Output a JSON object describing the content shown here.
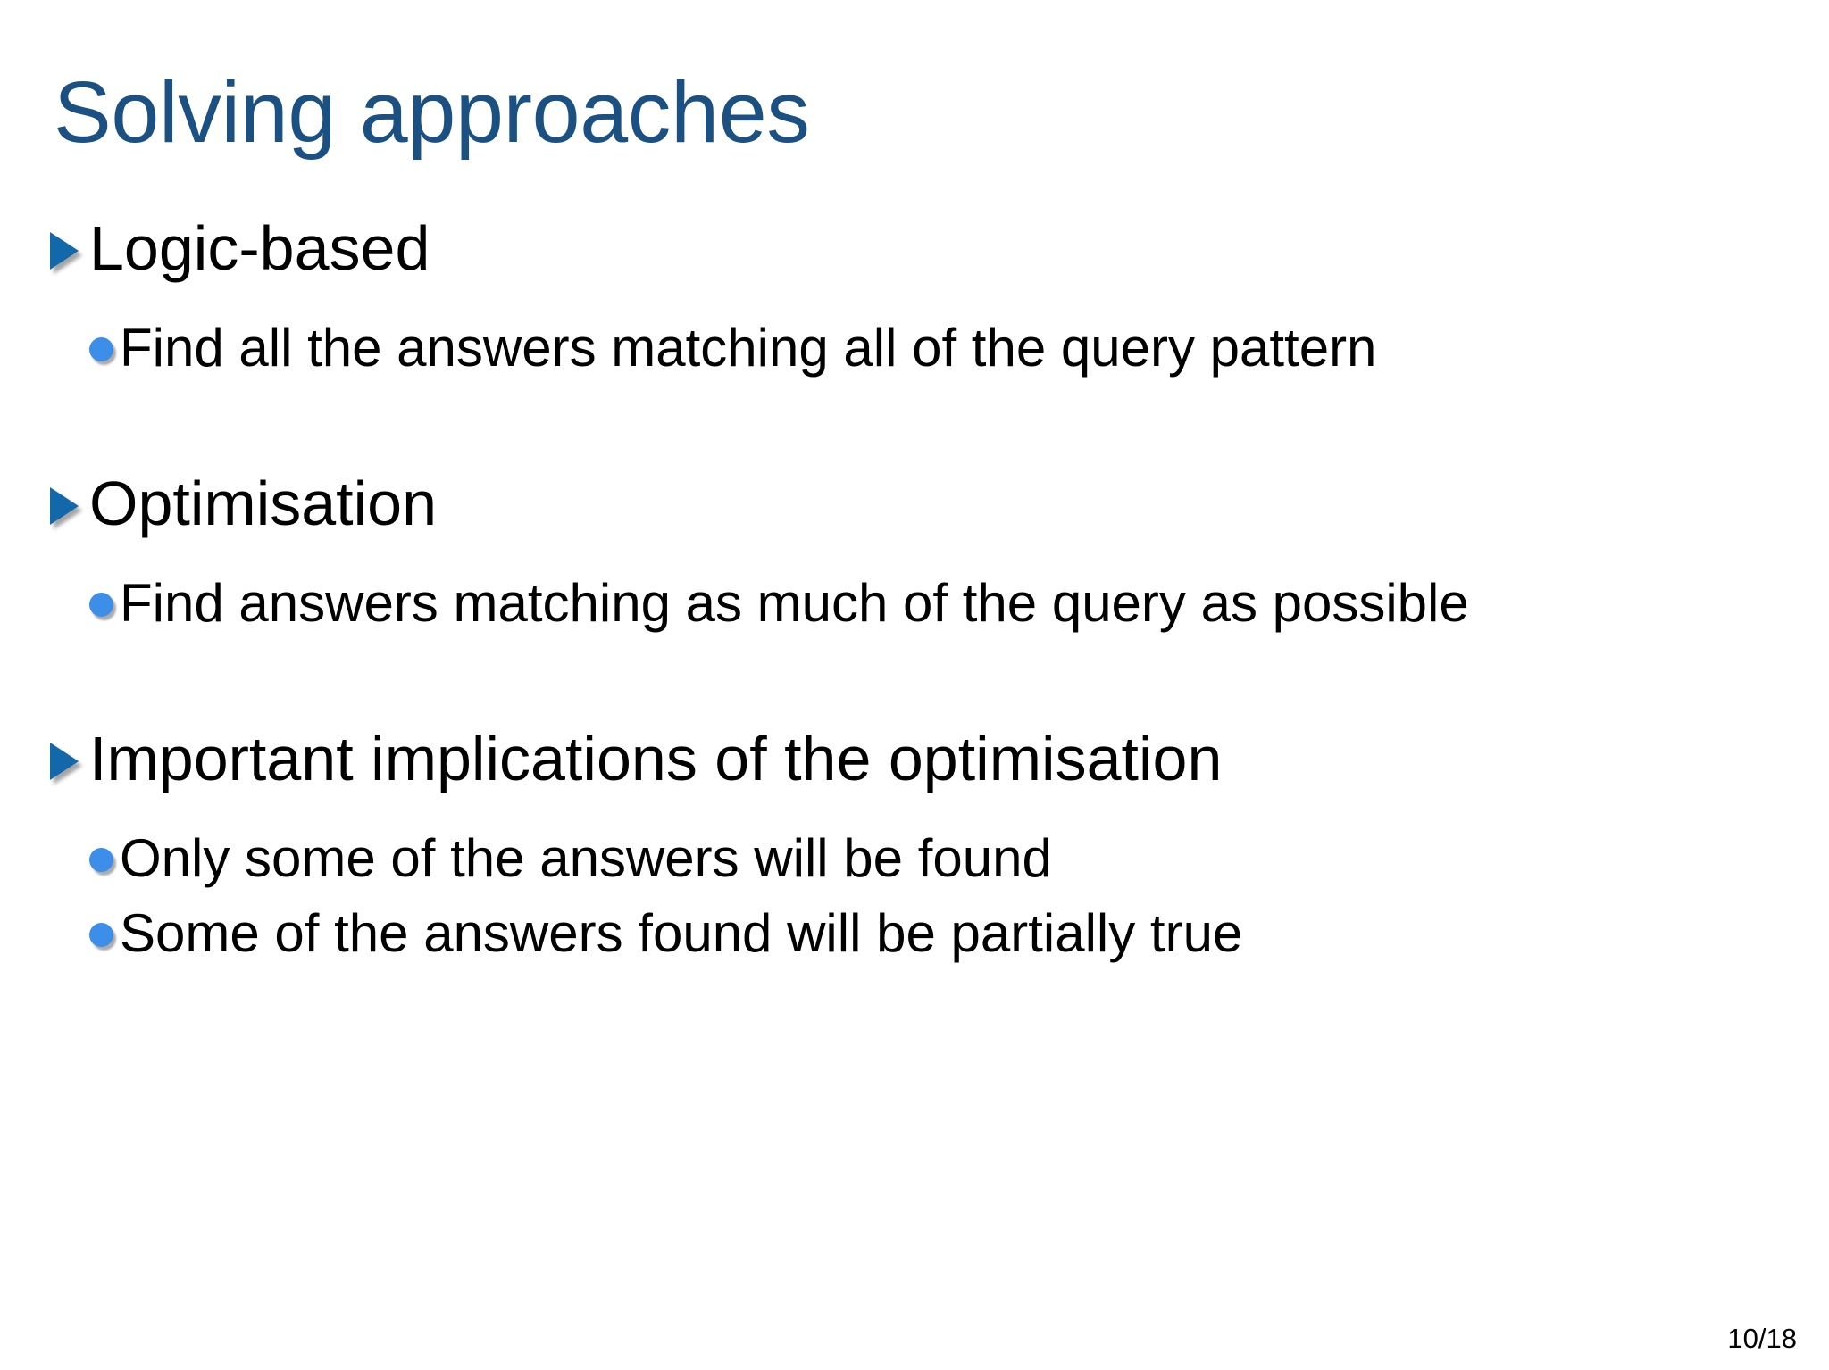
{
  "slide": {
    "title": "Solving approaches",
    "page_number": "10/18",
    "colors": {
      "title": "#1b5083",
      "level1_marker": "#1268a8",
      "level2_marker": "#3d8ee8",
      "body_text": "#000000",
      "background": "#ffffff"
    },
    "markers": {
      "level1_icon": "triangle-right-icon",
      "level2_icon": "filled-circle-icon"
    },
    "groups": [
      {
        "heading": "Logic-based",
        "sub_items": [
          "Find all the answers matching all of the query pattern"
        ]
      },
      {
        "heading": "Optimisation",
        "sub_items": [
          "Find answers matching as much of the query as possible"
        ]
      },
      {
        "heading": "Important implications of the optimisation",
        "sub_items": [
          "Only some of the answers will be found",
          "Some of the answers found will be partially true"
        ]
      }
    ]
  }
}
